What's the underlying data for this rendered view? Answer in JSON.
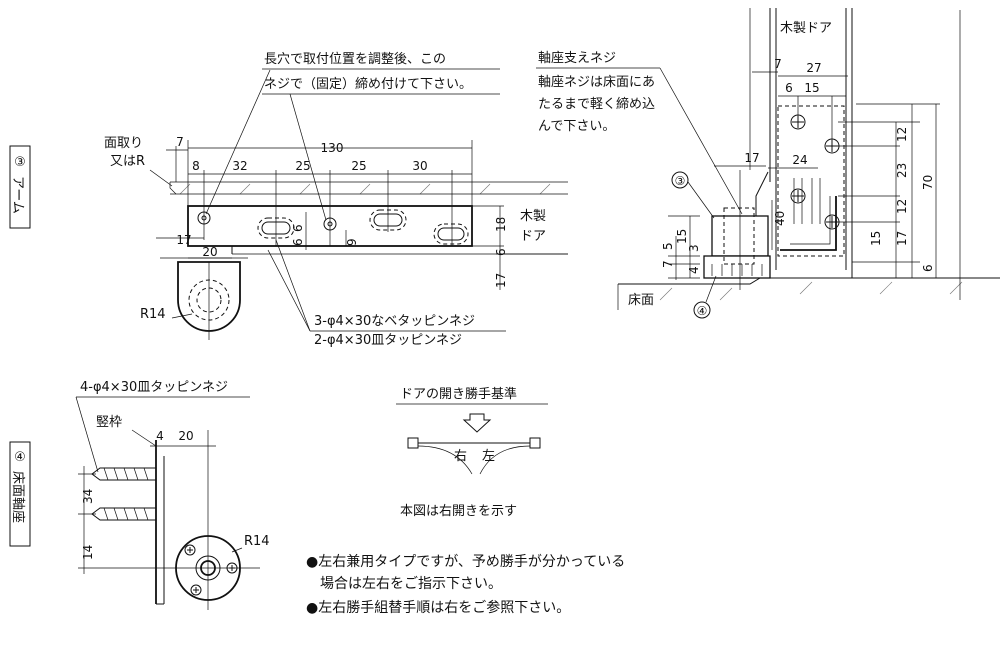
{
  "sections": {
    "arm": {
      "number": "③",
      "title": "アーム"
    },
    "floor_pivot": {
      "number": "④",
      "title": "床面軸座"
    }
  },
  "arm": {
    "chamfer_label": [
      "面取り",
      "又はR"
    ],
    "slot_note": [
      "長穴で取付位置を調整後、この",
      "ネジで（固定）締め付けて下さい。"
    ],
    "wood_door": [
      "木製",
      "ドア"
    ],
    "radius": "R14",
    "screws": [
      "3-φ4×30なベタッピンネジ",
      "2-φ4×30皿タッピンネジ"
    ],
    "dims": {
      "total": "130",
      "chamfer": "7",
      "left8": "8",
      "d32": "32",
      "d25a": "25",
      "d25b": "25",
      "d30": "30",
      "d17": "17",
      "d20": "20",
      "d6a": "6",
      "d6b": "6",
      "d9": "9",
      "d18": "18",
      "d17r": "17",
      "d6r": "6"
    }
  },
  "side": {
    "wood_door": "木製ドア",
    "support_screw": [
      "軸座支えネジ",
      "軸座ネジは床面にあ",
      "たるまで軽く締め込",
      "んで下さい。"
    ],
    "floor": "床面",
    "callout3": "③",
    "callout4": "④",
    "dims": {
      "d7": "7",
      "d27": "27",
      "d6": "6",
      "d15": "15",
      "d17": "17",
      "d24": "24",
      "d40": "40",
      "v12a": "12",
      "v23": "23",
      "v70": "70",
      "v12b": "12",
      "v17": "17",
      "v15": "15",
      "v6": "6",
      "l15": "15",
      "l5": "5",
      "l7": "7",
      "l3": "3",
      "l4": "4"
    }
  },
  "pivot": {
    "screw": "4-φ4×30皿タッピンネジ",
    "frame": "竪枠",
    "radius": "R14",
    "dims": {
      "d4": "4",
      "d20": "20",
      "v34": "34",
      "v14": "14"
    }
  },
  "hand": {
    "title": "ドアの開き勝手基準",
    "right": "右",
    "left": "左",
    "caption": "本図は右開きを示す"
  },
  "notes": [
    "●左右兼用タイプですが、予め勝手が分かっている",
    "　場合は左右をご指示下さい。",
    "●左右勝手組替手順は右をご参照下さい。"
  ]
}
